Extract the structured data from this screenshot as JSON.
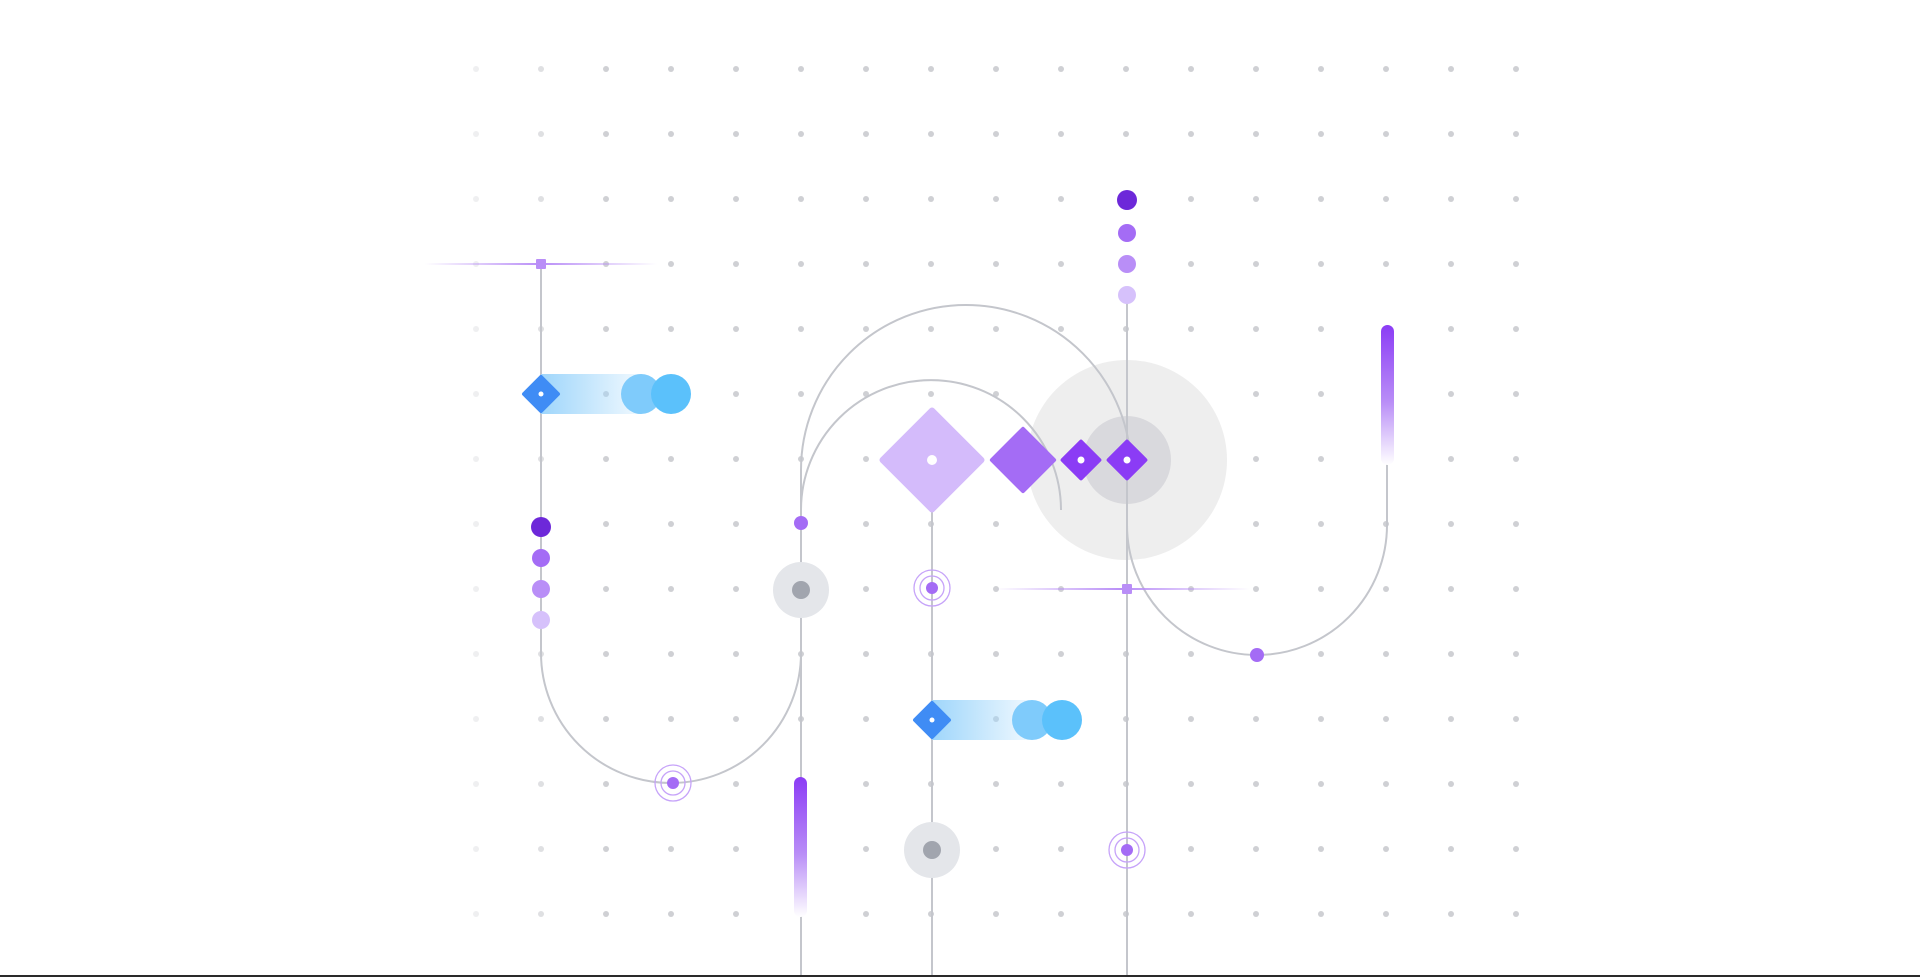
{
  "colors": {
    "background": "#ffffff",
    "grid_dot": "#cfd0d4",
    "track": "#c4c6cc",
    "purple_dark": "#6d28d9",
    "purple": "#a46cf5",
    "purple_mid": "#b98ef7",
    "purple_light": "#d6c1fb",
    "purple_pale": "#d4bbfb",
    "purple_vivid": "#8b3cf5",
    "blue": "#3f8cf5",
    "sky": "#5bc1fb",
    "sky_light": "#7fcbfb",
    "halo": "#eeeeee",
    "halo_inner": "#d9d9dd",
    "node_grey": "#a1a5ae",
    "node_ring": "#e4e6ea",
    "bottom_rule": "#2a2a2a"
  },
  "diagram": {
    "element_kinds": [
      "dot-grid",
      "track-line",
      "diamond-node",
      "glow-pill-connector",
      "status-dot-stack",
      "ripple-node",
      "ring-node",
      "gradient-capsule",
      "halo",
      "crosshair-marker"
    ]
  }
}
